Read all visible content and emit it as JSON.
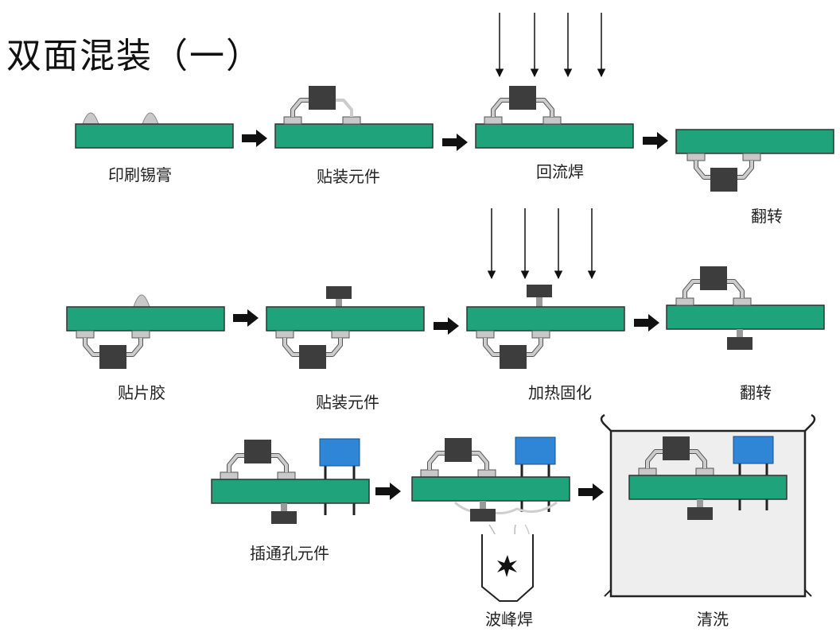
{
  "title": "双面混装（一）",
  "steps": {
    "print_paste": "印刷锡膏",
    "place_1": "贴装元件",
    "reflow": "回流焊",
    "flip_1": "翻转",
    "glue": "贴片胶",
    "place_2": "贴装元件",
    "cure": "加热固化",
    "flip_2": "翻转",
    "through_hole": "插通孔元件",
    "wave": "波峰焊",
    "clean": "清洗"
  },
  "colors": {
    "board": "#1fa37a",
    "chip": "#3d3d3d",
    "pad": "#c8c8c8",
    "through_hole_part": "#2f86d6",
    "arrow": "#111111"
  }
}
